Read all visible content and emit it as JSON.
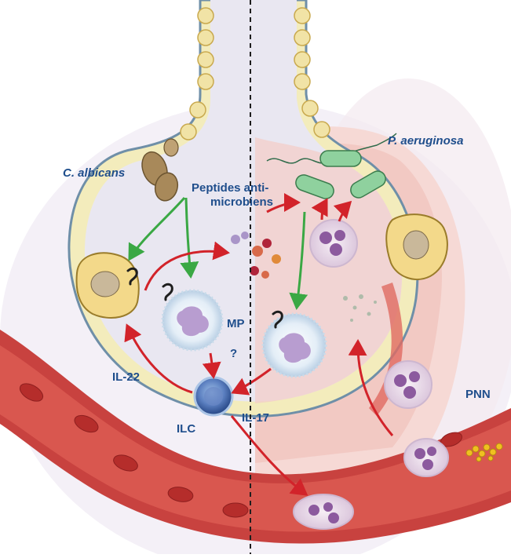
{
  "labels": {
    "c_albicans": "C. albicans",
    "p_aeruginosa": "P. aeruginosa",
    "peptides_line1": "Peptides anti-",
    "peptides_line2": "microbiens",
    "mp": "MP",
    "question": "?",
    "il22": "IL-22",
    "il17": "IL-17",
    "ilc": "ILC",
    "pnn": "PNN"
  },
  "colors": {
    "label_text": "#1f4e8c",
    "arrow_red": "#d2232a",
    "arrow_green": "#3aa844",
    "lumen": "#e9e7f1",
    "tissue_pink": "#f3c9c4",
    "vessel_red": "#c8423f",
    "epithelium_yellow": "#f3ecbc"
  }
}
